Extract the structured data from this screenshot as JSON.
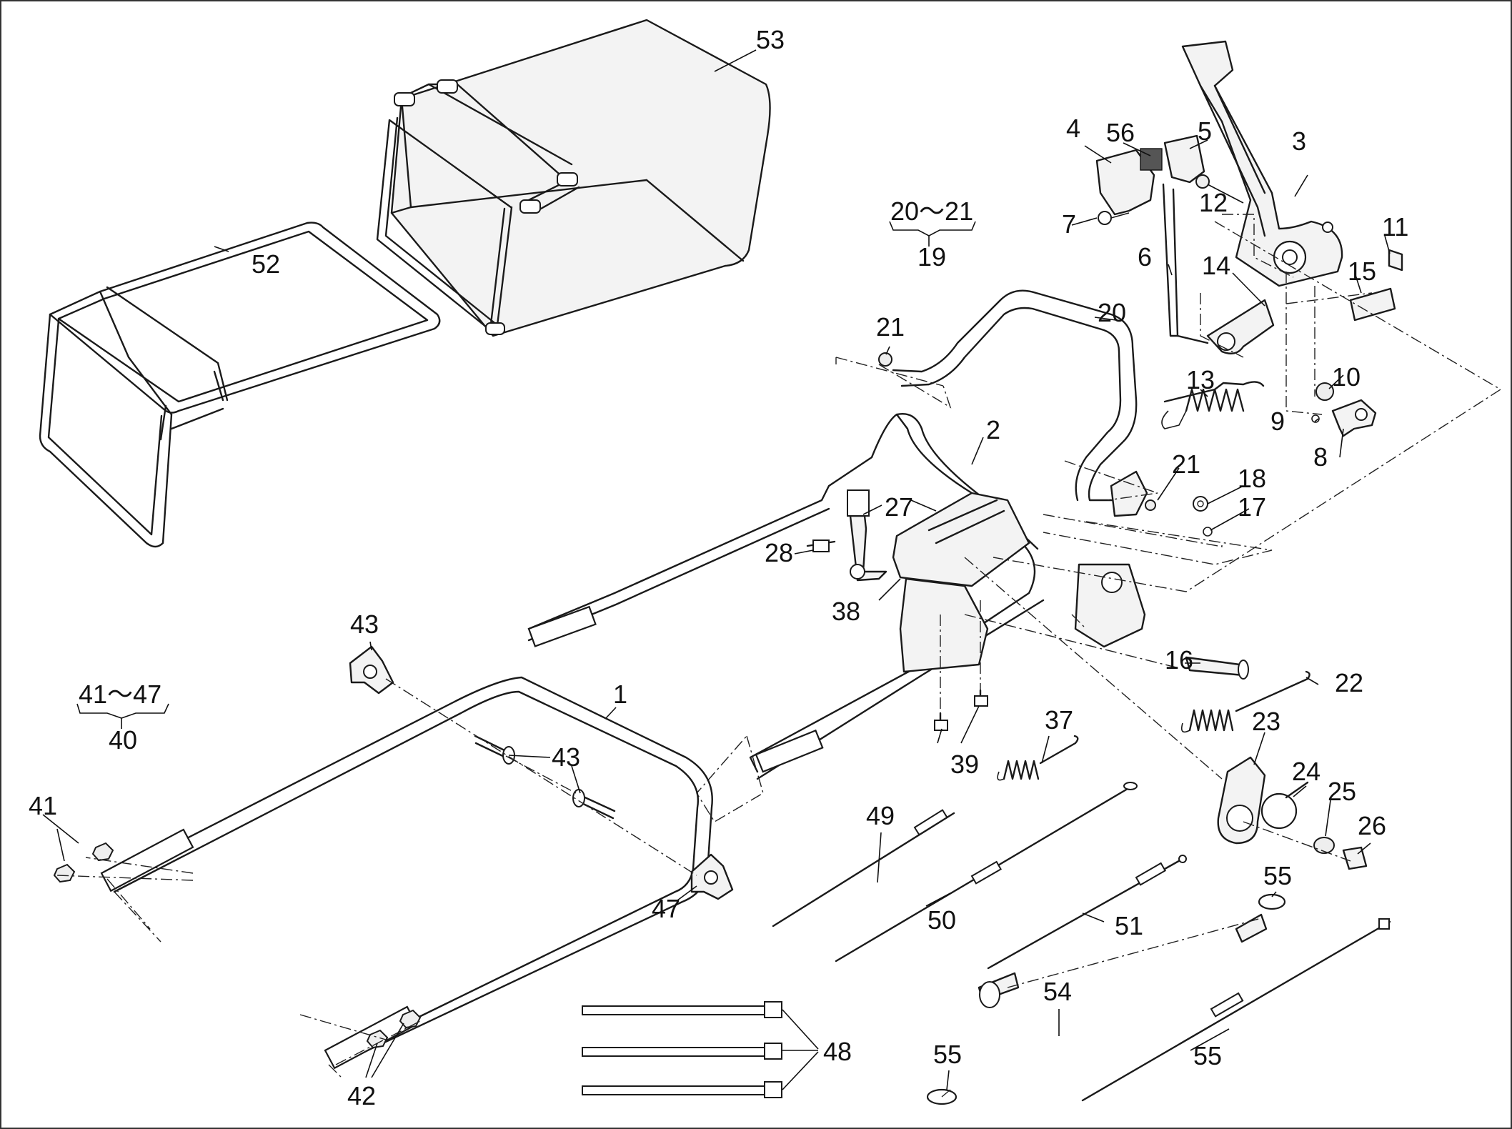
{
  "diagram": {
    "parts": [
      {
        "id": "p1",
        "number": "1"
      },
      {
        "id": "p2",
        "number": "2"
      },
      {
        "id": "p3",
        "number": "3"
      },
      {
        "id": "p4",
        "number": "4"
      },
      {
        "id": "p5",
        "number": "5"
      },
      {
        "id": "p6",
        "number": "6"
      },
      {
        "id": "p7",
        "number": "7"
      },
      {
        "id": "p8",
        "number": "8"
      },
      {
        "id": "p9",
        "number": "9"
      },
      {
        "id": "p10",
        "number": "10"
      },
      {
        "id": "p11",
        "number": "11"
      },
      {
        "id": "p12",
        "number": "12"
      },
      {
        "id": "p13",
        "number": "13"
      },
      {
        "id": "p14",
        "number": "14"
      },
      {
        "id": "p15",
        "number": "15"
      },
      {
        "id": "p16",
        "number": "16"
      },
      {
        "id": "p17",
        "number": "17"
      },
      {
        "id": "p18",
        "number": "18"
      },
      {
        "id": "p20",
        "number": "20"
      },
      {
        "id": "p21a",
        "number": "21"
      },
      {
        "id": "p21b",
        "number": "21"
      },
      {
        "id": "p22",
        "number": "22"
      },
      {
        "id": "p23",
        "number": "23"
      },
      {
        "id": "p24",
        "number": "24"
      },
      {
        "id": "p25",
        "number": "25"
      },
      {
        "id": "p26",
        "number": "26"
      },
      {
        "id": "p27",
        "number": "27"
      },
      {
        "id": "p28",
        "number": "28"
      },
      {
        "id": "p37",
        "number": "37"
      },
      {
        "id": "p38",
        "number": "38"
      },
      {
        "id": "p39",
        "number": "39"
      },
      {
        "id": "p41a",
        "number": "41"
      },
      {
        "id": "p41b",
        "number": "41"
      },
      {
        "id": "p42",
        "number": "42"
      },
      {
        "id": "p43a",
        "number": "43"
      },
      {
        "id": "p43b",
        "number": "43"
      },
      {
        "id": "p47",
        "number": "47"
      },
      {
        "id": "p48",
        "number": "48"
      },
      {
        "id": "p49",
        "number": "49"
      },
      {
        "id": "p50",
        "number": "50"
      },
      {
        "id": "p51",
        "number": "51"
      },
      {
        "id": "p52",
        "number": "52"
      },
      {
        "id": "p53",
        "number": "53"
      },
      {
        "id": "p54",
        "number": "54"
      },
      {
        "id": "p55a",
        "number": "55"
      },
      {
        "id": "p55b",
        "number": "55"
      },
      {
        "id": "p56",
        "number": "56"
      }
    ],
    "groups": [
      {
        "id": "g19",
        "range": "20～21",
        "assembly": "19"
      },
      {
        "id": "g40",
        "range": "41～47",
        "assembly": "40"
      }
    ]
  }
}
